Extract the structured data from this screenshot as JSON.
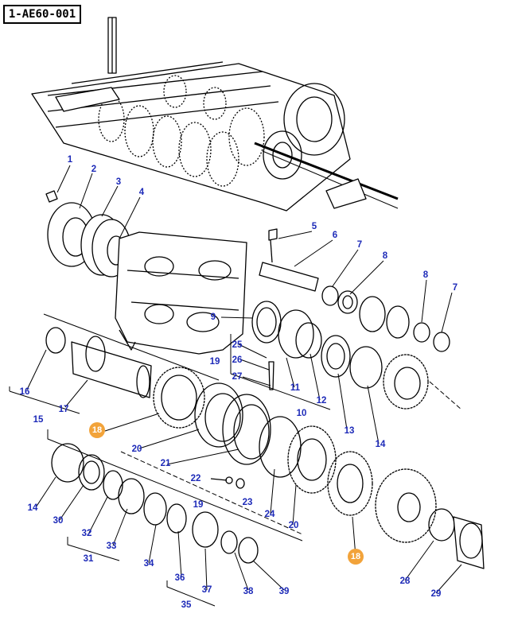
{
  "reference_code": "1-AE60-001",
  "highlight_color": "#f2a33a",
  "callout_color": "#1d2ab8",
  "callouts": [
    {
      "id": "c1",
      "label": "1"
    },
    {
      "id": "c2",
      "label": "2"
    },
    {
      "id": "c3",
      "label": "3"
    },
    {
      "id": "c4",
      "label": "4"
    },
    {
      "id": "c5",
      "label": "5"
    },
    {
      "id": "c6",
      "label": "6"
    },
    {
      "id": "c7a",
      "label": "7"
    },
    {
      "id": "c8a",
      "label": "8"
    },
    {
      "id": "c8b",
      "label": "8"
    },
    {
      "id": "c7b",
      "label": "7"
    },
    {
      "id": "c9",
      "label": "9"
    },
    {
      "id": "c25",
      "label": "25"
    },
    {
      "id": "c19a",
      "label": "19"
    },
    {
      "id": "c26",
      "label": "26"
    },
    {
      "id": "c27",
      "label": "27"
    },
    {
      "id": "c11",
      "label": "11"
    },
    {
      "id": "c12",
      "label": "12"
    },
    {
      "id": "c10",
      "label": "10"
    },
    {
      "id": "c13",
      "label": "13"
    },
    {
      "id": "c14a",
      "label": "14"
    },
    {
      "id": "c16",
      "label": "16"
    },
    {
      "id": "c17",
      "label": "17"
    },
    {
      "id": "c15",
      "label": "15"
    },
    {
      "id": "c18a",
      "label": "18",
      "highlight": true
    },
    {
      "id": "c20a",
      "label": "20"
    },
    {
      "id": "c21",
      "label": "21"
    },
    {
      "id": "c22",
      "label": "22"
    },
    {
      "id": "c23",
      "label": "23"
    },
    {
      "id": "c24",
      "label": "24"
    },
    {
      "id": "c20b",
      "label": "20"
    },
    {
      "id": "c19b",
      "label": "19"
    },
    {
      "id": "c14b",
      "label": "14"
    },
    {
      "id": "c30",
      "label": "30"
    },
    {
      "id": "c32",
      "label": "32"
    },
    {
      "id": "c33",
      "label": "33"
    },
    {
      "id": "c31",
      "label": "31"
    },
    {
      "id": "c34",
      "label": "34"
    },
    {
      "id": "c36",
      "label": "36"
    },
    {
      "id": "c37",
      "label": "37"
    },
    {
      "id": "c38",
      "label": "38"
    },
    {
      "id": "c39",
      "label": "39"
    },
    {
      "id": "c35",
      "label": "35"
    },
    {
      "id": "c18b",
      "label": "18",
      "highlight": true
    },
    {
      "id": "c28",
      "label": "28"
    },
    {
      "id": "c29",
      "label": "29"
    }
  ]
}
